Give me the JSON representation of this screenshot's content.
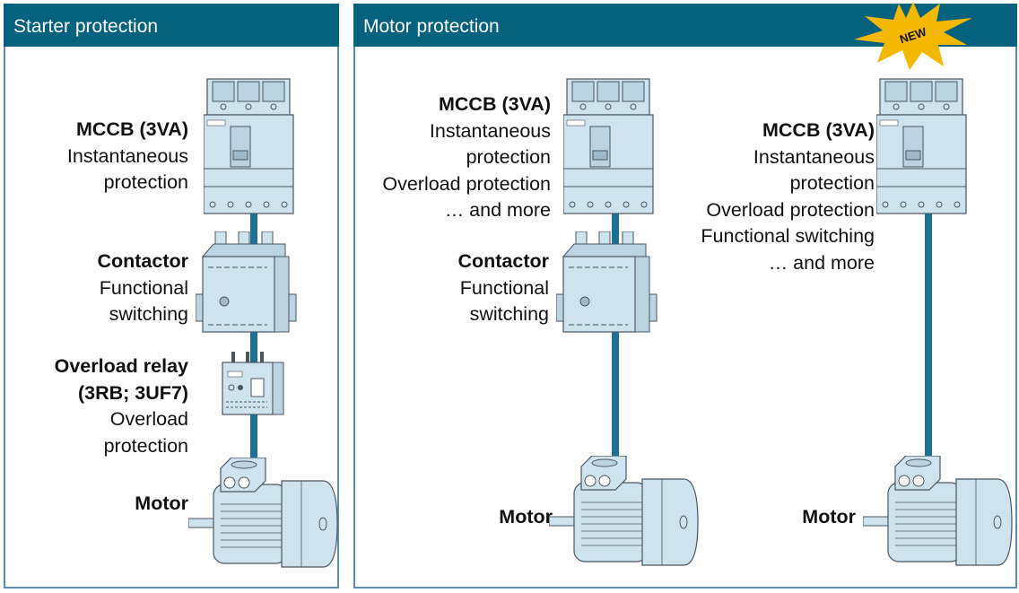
{
  "panels": {
    "starter": {
      "title": "Starter protection",
      "mccb": {
        "title": "MCCB (3VA)",
        "lines": [
          "Instantaneous",
          "protection"
        ]
      },
      "contactor": {
        "title": "Contactor",
        "lines": [
          "Functional",
          "switching"
        ]
      },
      "overload_relay": {
        "title_lines": [
          "Overload relay",
          "(3RB; 3UF7)"
        ],
        "lines": [
          "Overload",
          "protection"
        ]
      },
      "motor": {
        "title": "Motor"
      }
    },
    "motor_protection": {
      "title": "Motor protection",
      "badge": "NEW",
      "col1": {
        "mccb": {
          "title": "MCCB (3VA)",
          "lines": [
            "Instantaneous",
            "protection",
            "Overload protection",
            "… and more"
          ]
        },
        "contactor": {
          "title": "Contactor",
          "lines": [
            "Functional",
            "switching"
          ]
        },
        "motor": {
          "title": "Motor"
        }
      },
      "col2": {
        "mccb": {
          "title": "MCCB (3VA)",
          "lines": [
            "Instantaneous",
            "protection",
            "Overload protection",
            "Functional switching",
            "… and more"
          ]
        },
        "motor": {
          "title": "Motor"
        }
      }
    }
  },
  "colors": {
    "header": "#04627f",
    "cable": "#1d6f96",
    "device_fill": "#cfe3ee",
    "badge": "#f5b800"
  }
}
